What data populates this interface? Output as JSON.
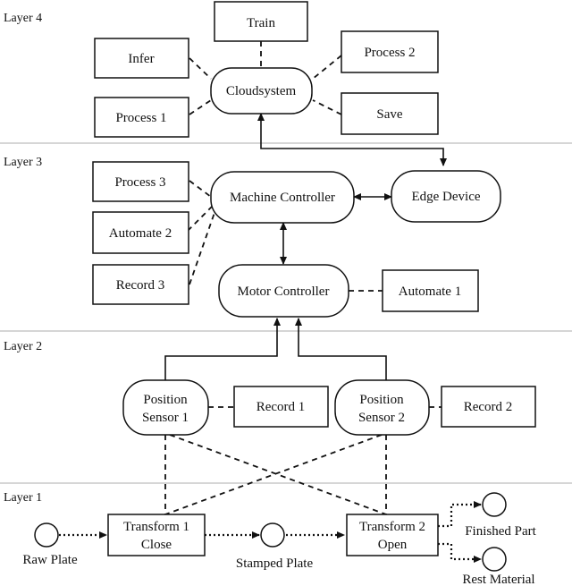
{
  "layers": {
    "layer4": "Layer 4",
    "layer3": "Layer 3",
    "layer2": "Layer 2",
    "layer1": "Layer 1"
  },
  "nodes": {
    "train": "Train",
    "infer": "Infer",
    "process1": "Process 1",
    "cloudsystem": "Cloudsystem",
    "process2": "Process 2",
    "save": "Save",
    "process3": "Process 3",
    "automate2": "Automate 2",
    "record3": "Record 3",
    "machine_controller": "Machine Controller",
    "edge_device": "Edge Device",
    "motor_controller": "Motor Controller",
    "automate1": "Automate 1",
    "position_sensor1": [
      "Position",
      "Sensor 1"
    ],
    "record1": "Record 1",
    "position_sensor2": [
      "Position",
      "Sensor 2"
    ],
    "record2": "Record 2",
    "transform1": [
      "Transform 1",
      "Close"
    ],
    "transform2": [
      "Transform 2",
      "Open"
    ]
  },
  "states": {
    "raw_plate": "Raw Plate",
    "stamped_plate": "Stamped Plate",
    "finished_part": "Finished Part",
    "rest_material": "Rest Material"
  },
  "colors": {
    "stroke": "#111111",
    "separator": "#bdbdbd",
    "fill": "#ffffff"
  }
}
